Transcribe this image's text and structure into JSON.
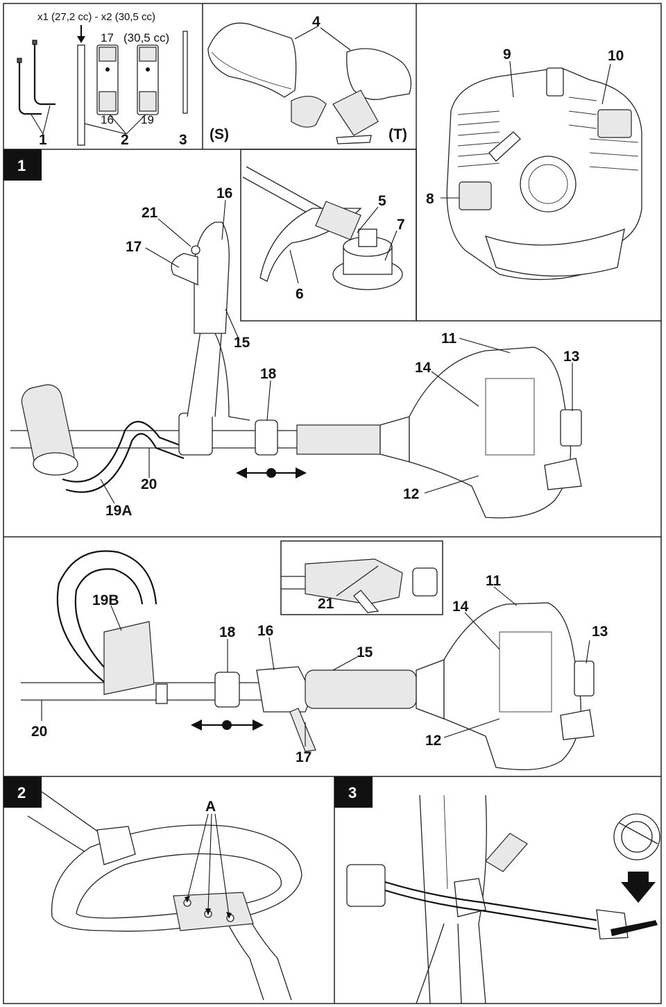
{
  "colors": {
    "ink": "#111111",
    "badge": "#111111",
    "paper": "#ffffff"
  },
  "tools_panel": {
    "header": "x1 (27,2 cc) - x2 (30,5 cc)",
    "sub_header": "(30,5 cc)",
    "wrench_sizes": [
      "17",
      "16",
      "19"
    ],
    "labels": [
      "1",
      "2",
      "3"
    ]
  },
  "guard_panel": {
    "label_4": "4",
    "variant_s": "(S)",
    "variant_t": "(T)"
  },
  "engine_panel": {
    "labels": [
      "9",
      "10",
      "8"
    ]
  },
  "section_1": {
    "badge": "1",
    "labels": [
      "16",
      "21",
      "17",
      "15",
      "18",
      "20",
      "19A",
      "11",
      "14",
      "13",
      "12"
    ]
  },
  "head_panel": {
    "labels": [
      "5",
      "7",
      "6"
    ]
  },
  "section_b": {
    "labels": [
      "19B",
      "18",
      "16",
      "15",
      "11",
      "14",
      "13",
      "12",
      "20",
      "17"
    ],
    "inset_label": "21"
  },
  "section_2": {
    "badge": "2",
    "label_a": "A"
  },
  "section_3": {
    "badge": "3"
  },
  "icons": [
    "arrow-down-icon",
    "double-arrow-icon",
    "blade-icon"
  ]
}
